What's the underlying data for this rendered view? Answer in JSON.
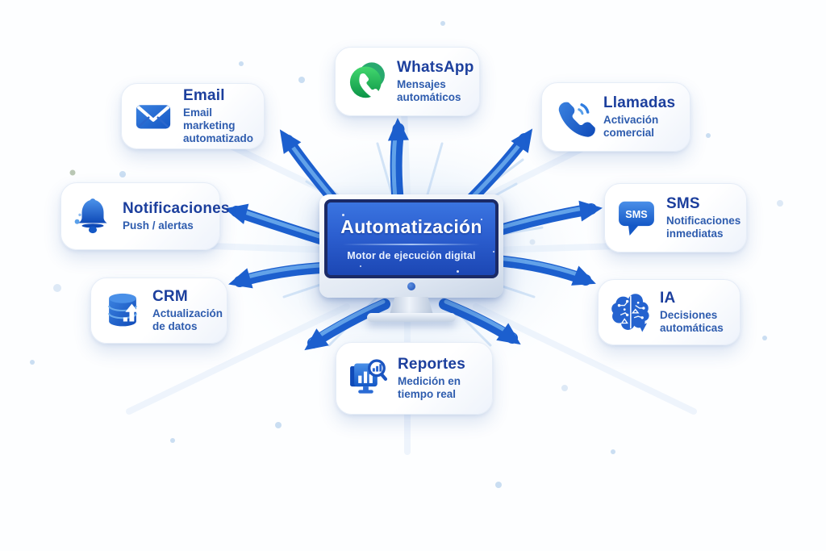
{
  "center": {
    "title": "Automatización",
    "subtitle": "Motor de ejecución digital",
    "icon": "monitor-icon"
  },
  "cards": {
    "email": {
      "title": "Email",
      "subtitle": "Email marketing automatizado",
      "icon": "envelope-icon"
    },
    "whatsapp": {
      "title": "WhatsApp",
      "subtitle": "Mensajes automáticos",
      "icon": "whatsapp-icon"
    },
    "llamadas": {
      "title": "Llamadas",
      "subtitle": "Activación comercial",
      "icon": "phone-handset-icon"
    },
    "notificaciones": {
      "title": "Notificaciones",
      "subtitle": "Push / alertas",
      "icon": "bell-icon"
    },
    "sms": {
      "title": "SMS",
      "subtitle": "Notificaciones inmediatas",
      "icon": "sms-bubble-icon",
      "bubble_label": "SMS"
    },
    "crm": {
      "title": "CRM",
      "subtitle": "Actualización de datos",
      "icon": "database-icon"
    },
    "ia": {
      "title": "IA",
      "subtitle": "Decisiones automáticas",
      "icon": "brain-circuit-icon"
    },
    "reportes": {
      "title": "Reportes",
      "subtitle": "Medición en tiempo real",
      "icon": "report-chart-icon"
    }
  },
  "colors": {
    "arrow_blue": "#1c5fce",
    "arrow_highlight": "#6aaaec",
    "card_title_text": "#1c3f9d",
    "card_subtitle_text": "#2e5cae",
    "screen_top": "#3a74e0",
    "screen_bottom": "#1c47b4",
    "whatsapp_green": "#14a14f",
    "card_background": "#ffffff"
  }
}
